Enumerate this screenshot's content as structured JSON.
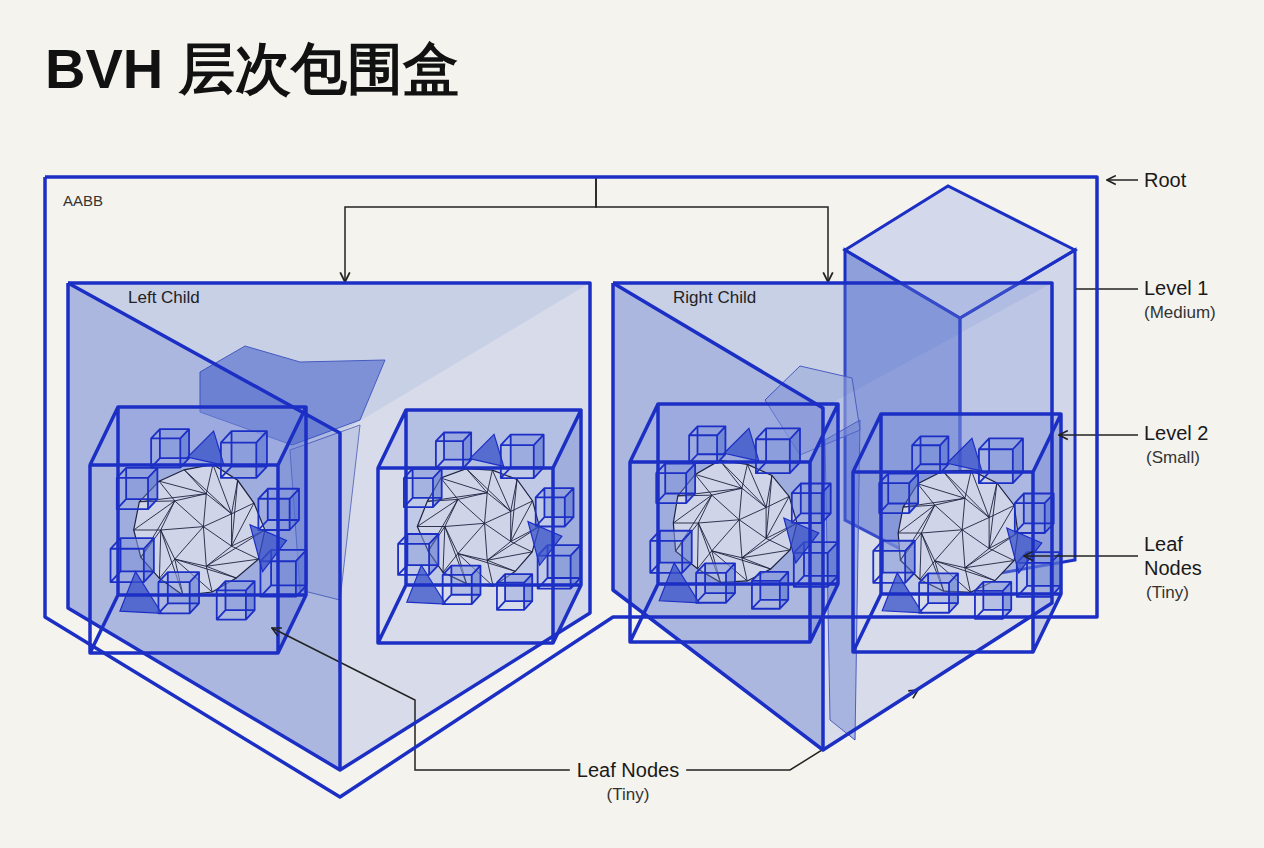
{
  "diagram": {
    "title": "BVH 层次包围盒",
    "nodes": [
      {
        "text": [
          "AABB"
        ]
      },
      {
        "text": [
          "Left Child"
        ],
        "in": 0
      },
      {
        "text": [
          "Right Child"
        ],
        "in": 0
      }
    ],
    "edges": [
      {
        "from": 0,
        "to": 1,
        "arrow": "to"
      },
      {
        "from": 0,
        "to": 2,
        "arrow": "to"
      }
    ],
    "labels": [
      "Root",
      "Level 1",
      "(Medium)",
      "Level 2",
      "(Small)",
      "Leaf Nodes",
      "(Tiny)",
      "Leaf Nodes",
      "(Tiny)"
    ]
  }
}
